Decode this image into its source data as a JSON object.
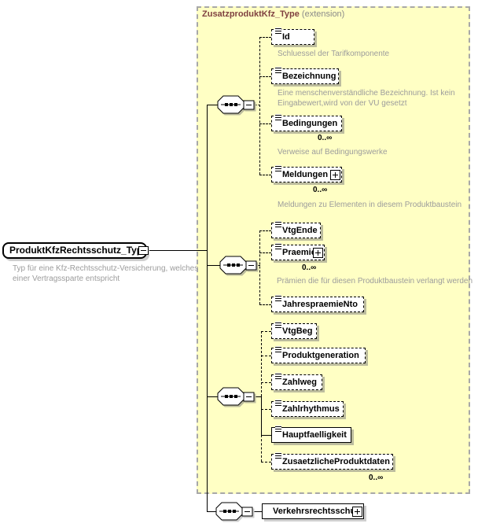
{
  "colors": {
    "panel_bg": "#ffffc4",
    "panel_border": "#a8a8a8",
    "panel_title": "#7f4040",
    "annotation_text": "#9c9c9c",
    "box_bg": "#ffffff",
    "line": "#000000"
  },
  "panel": {
    "title": "ZusatzproduktKfz_Type",
    "subtitle": "(extension)"
  },
  "root": {
    "name": "ProduktKfzRechtsschutz_Type",
    "annotation1": "Typ für eine Kfz-Rechtsschutz-Versicherung, welches",
    "annotation2": "einer Vertragssparte entspricht"
  },
  "elements": {
    "id": {
      "name": "Id",
      "annotation": "Schluessel der Tarifkomponente"
    },
    "bezeichnung": {
      "name": "Bezeichnung",
      "annotation1": "Eine menschenverständliche Bezeichnung. Ist kein",
      "annotation2": "Eingabewert,wird von der VU gesetzt"
    },
    "bedingungen": {
      "name": "Bedingungen",
      "cardinality": "0..∞",
      "annotation": "Verweise auf Bedingungswerke"
    },
    "meldungen": {
      "name": "Meldungen",
      "cardinality": "0..∞",
      "annotation": "Meldungen zu Elementen in diesem Produktbaustein"
    },
    "vtgende": {
      "name": "VtgEnde"
    },
    "praemie": {
      "name": "Praemie",
      "cardinality": "0..∞",
      "annotation": "Prämien die für diesen Produktbaustein verlangt werden"
    },
    "jahrespraemiento": {
      "name": "JahrespraemieNto"
    },
    "vtgbeg": {
      "name": "VtgBeg"
    },
    "produktgeneration": {
      "name": "Produktgeneration"
    },
    "zahlweg": {
      "name": "Zahlweg"
    },
    "zahlrhythmus": {
      "name": "Zahlrhythmus"
    },
    "hauptfaelligkeit": {
      "name": "Hauptfaelligkeit"
    },
    "zusaetzlicheproduktdaten": {
      "name": "ZusaetzlicheProduktdaten",
      "cardinality": "0..∞"
    },
    "verkehrsrechtsschutz": {
      "name": "Verkehrsrechtsschutz"
    }
  }
}
